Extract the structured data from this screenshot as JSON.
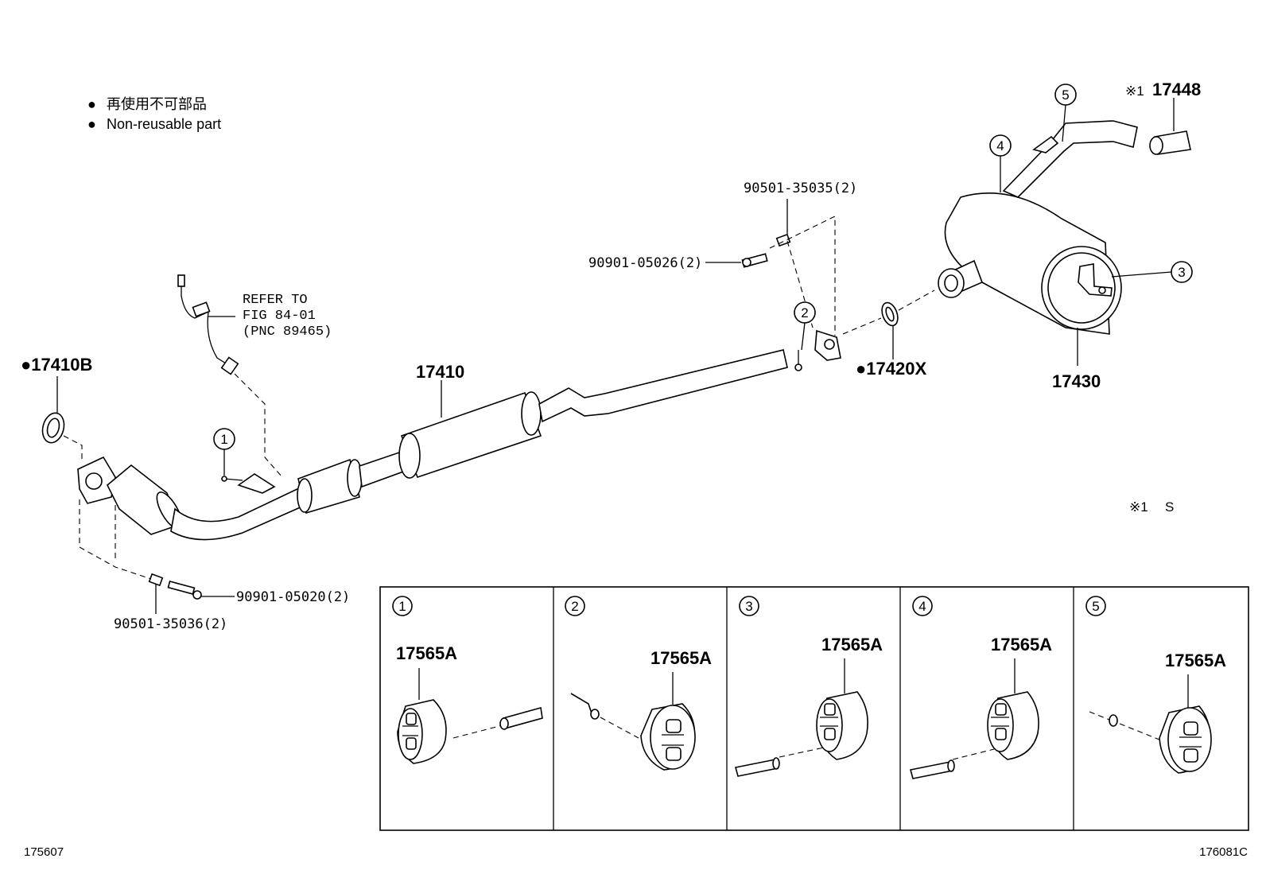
{
  "legend": {
    "marker": "●",
    "jp": "再使用不可部品",
    "en": "Non-reusable part"
  },
  "parts": {
    "gasket_front": "17410B",
    "front_pipe": "17410",
    "gasket_rear": "17420X",
    "tail_muffler": "17430",
    "tail_tip": "17448",
    "tail_tip_note_mark": "※1",
    "bolt_front": "90901-05020(2)",
    "spring_front": "90501-35036(2)",
    "bolt_rear": "90901-05026(2)",
    "spring_rear": "90501-35035(2)"
  },
  "refer": {
    "line1": "REFER TO",
    "line2": "FIG 84-01",
    "line3": "(PNC 89465)"
  },
  "callouts": [
    "1",
    "2",
    "3",
    "4",
    "5"
  ],
  "note": {
    "mark": "※1",
    "text": "S"
  },
  "detail_panels": [
    {
      "num": "1",
      "part": "17565A"
    },
    {
      "num": "2",
      "part": "17565A"
    },
    {
      "num": "3",
      "part": "17565A"
    },
    {
      "num": "4",
      "part": "17565A"
    },
    {
      "num": "5",
      "part": "17565A"
    }
  ],
  "footer": {
    "left_code": "175607",
    "right_code": "176081C"
  }
}
